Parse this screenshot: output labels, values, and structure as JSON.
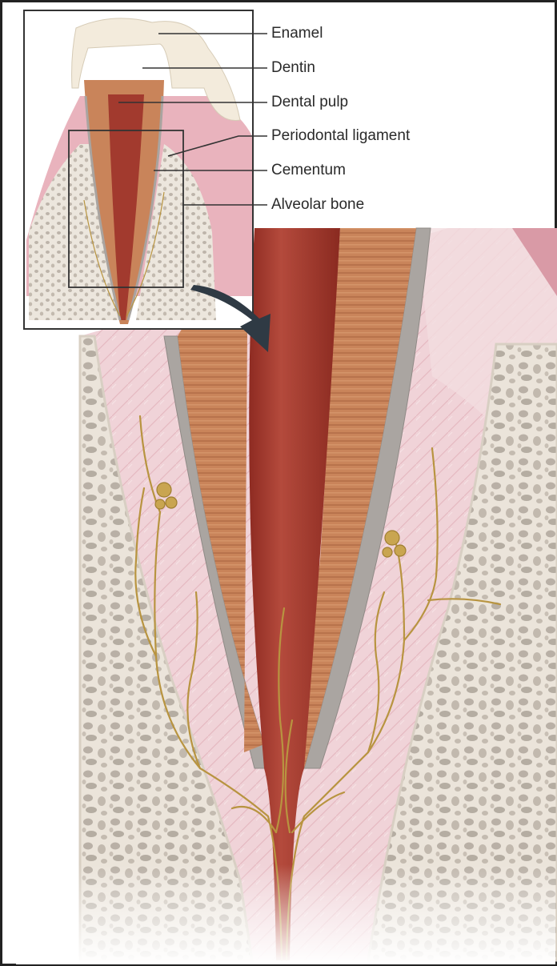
{
  "labels": {
    "enamel": "Enamel",
    "dentin": "Dentin",
    "dental_pulp": "Dental pulp",
    "periodontal_ligament": "Periodontal ligament",
    "cementum": "Cementum",
    "alveolar_bone": "Alveolar bone"
  },
  "colors": {
    "enamel": "#f3ebdc",
    "dentin": "#c9845a",
    "pulp": "#a23a2e",
    "ligament": "#efc9cf",
    "cementum": "#a9a4a0",
    "bone": "#e8e0d6",
    "nerve": "#b89440",
    "gum": "#e9b3bd"
  }
}
